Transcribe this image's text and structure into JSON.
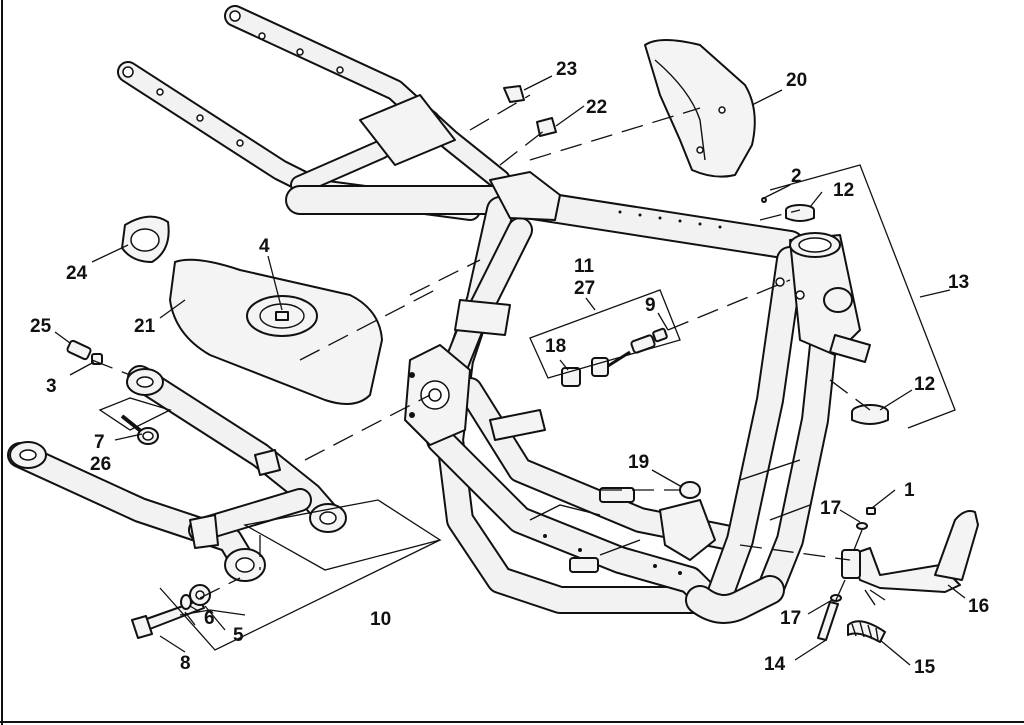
{
  "callouts": {
    "c1": "1",
    "c2": "2",
    "c3": "3",
    "c4": "4",
    "c5": "5",
    "c6": "6",
    "c7": "7",
    "c8": "8",
    "c9": "9",
    "c10": "10",
    "c11": "11",
    "c12a": "12",
    "c12b": "12",
    "c13": "13",
    "c14": "14",
    "c15": "15",
    "c16": "16",
    "c17a": "17",
    "c17b": "17",
    "c18": "18",
    "c19": "19",
    "c20": "20",
    "c21": "21",
    "c22": "22",
    "c23": "23",
    "c24": "24",
    "c25": "25",
    "c26": "26",
    "c27": "27"
  }
}
